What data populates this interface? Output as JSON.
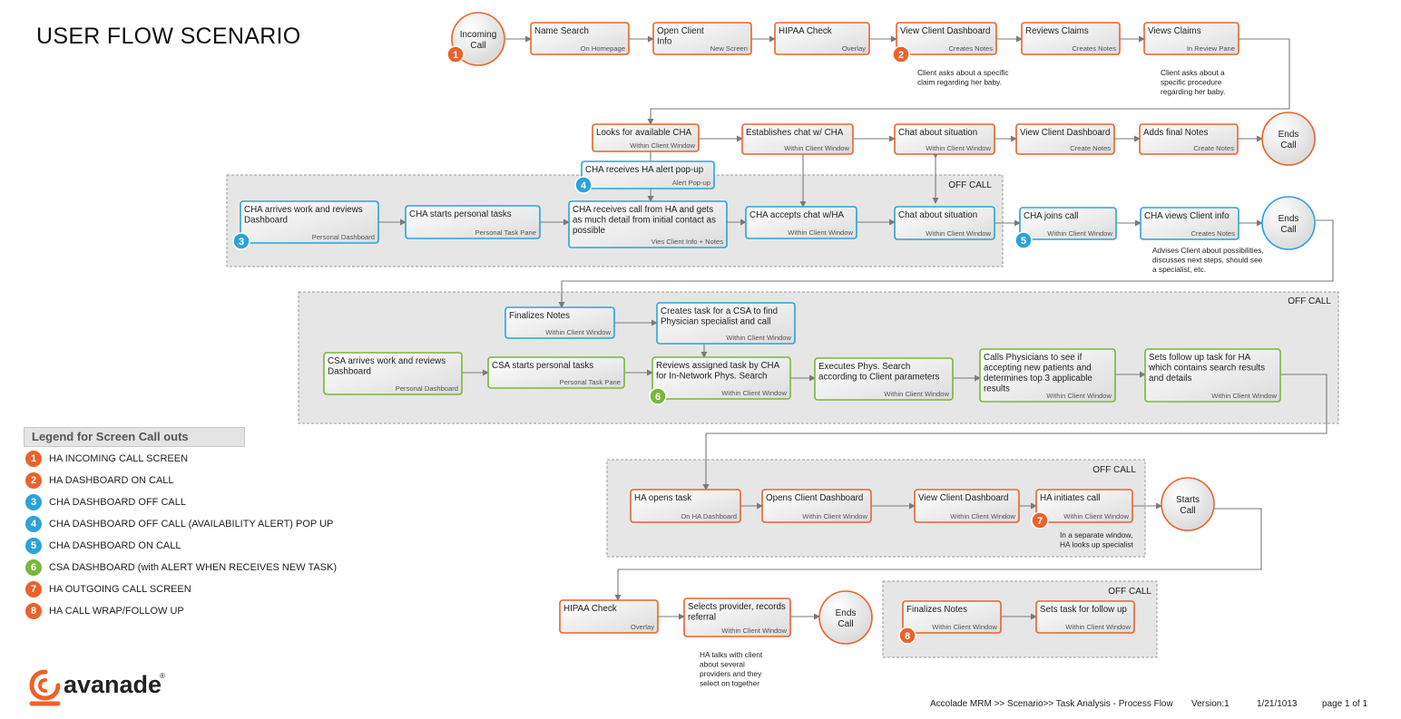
{
  "title": "USER FLOW SCENARIO",
  "colors": {
    "orange": "#e9632b",
    "blue": "#2ba3d9",
    "green": "#79b73a",
    "arrow": "#7a7a7a"
  },
  "off_call_label": "OFF CALL",
  "nodes": [
    {
      "id": "incoming-call",
      "shape": "circle",
      "color": "orange",
      "lines": [
        "Incoming",
        "Call"
      ]
    },
    {
      "id": "name-search",
      "color": "orange",
      "lines": [
        "Name Search"
      ],
      "sub": "On Homepage"
    },
    {
      "id": "open-client-info",
      "color": "orange",
      "lines": [
        "Open Client",
        "Info"
      ],
      "sub": "New Screen"
    },
    {
      "id": "hipaa-check-1",
      "color": "orange",
      "lines": [
        "HIPAA Check"
      ],
      "sub": "Overlay"
    },
    {
      "id": "view-client-dashboard-1",
      "color": "orange",
      "lines": [
        "View Client Dashboard"
      ],
      "sub": "Creates Notes"
    },
    {
      "id": "reviews-claims",
      "color": "orange",
      "lines": [
        "Reviews Claims"
      ],
      "sub": "Creates Notes"
    },
    {
      "id": "views-claims",
      "color": "orange",
      "lines": [
        "Views Claims"
      ],
      "sub": "In Review Pane"
    },
    {
      "id": "looks-for-cha",
      "color": "orange",
      "lines": [
        "Looks for available CHA"
      ],
      "sub": "Within Client Window"
    },
    {
      "id": "establishes-chat",
      "color": "orange",
      "lines": [
        "Establishes chat w/ CHA"
      ],
      "sub": "Within Client Window"
    },
    {
      "id": "chat-situation-1",
      "color": "orange",
      "lines": [
        "Chat about situation"
      ],
      "sub": "Within Client Window"
    },
    {
      "id": "view-client-dashboard-2",
      "color": "orange",
      "lines": [
        "View Client Dashboard"
      ],
      "sub": "Create Notes"
    },
    {
      "id": "adds-final-notes",
      "color": "orange",
      "lines": [
        "Adds final Notes"
      ],
      "sub": "Create Notes"
    },
    {
      "id": "ends-call-1",
      "shape": "circle",
      "color": "orange",
      "lines": [
        "Ends",
        "Call"
      ]
    },
    {
      "id": "cha-alert-popup",
      "color": "blue",
      "lines": [
        "CHA receives HA alert pop-up"
      ],
      "sub": "Alert Pop-up"
    },
    {
      "id": "cha-arrives",
      "color": "blue",
      "lines": [
        "CHA arrives work and reviews",
        "Dashboard"
      ],
      "sub": "Personal Dashboard"
    },
    {
      "id": "cha-personal-tasks",
      "color": "blue",
      "lines": [
        "CHA starts personal tasks"
      ],
      "sub": "Personal Task Pane"
    },
    {
      "id": "cha-receives-call",
      "color": "blue",
      "lines": [
        "CHA receives call from HA and gets",
        "as much detail from initial contact as",
        "possible"
      ],
      "sub": "Vies Client Info + Notes"
    },
    {
      "id": "cha-accepts-chat",
      "color": "blue",
      "lines": [
        "CHA accepts chat w/HA"
      ],
      "sub": "Within Client Window"
    },
    {
      "id": "chat-situation-2",
      "color": "blue",
      "lines": [
        "Chat about situation"
      ],
      "sub": "Within Client Window"
    },
    {
      "id": "cha-joins-call",
      "color": "blue",
      "lines": [
        "CHA joins call"
      ],
      "sub": "Within Client Window"
    },
    {
      "id": "cha-views-client",
      "color": "blue",
      "lines": [
        "CHA views Client info"
      ],
      "sub": "Creates Notes"
    },
    {
      "id": "ends-call-2",
      "shape": "circle",
      "color": "blue",
      "lines": [
        "Ends",
        "Call"
      ]
    },
    {
      "id": "finalizes-notes-1",
      "color": "blue",
      "lines": [
        "Finalizes Notes"
      ],
      "sub": "Within Client Window"
    },
    {
      "id": "creates-task-csa",
      "color": "blue",
      "lines": [
        "Creates task for a CSA to find",
        "Physician specialist and call"
      ],
      "sub": "Within Client Window"
    },
    {
      "id": "csa-arrives",
      "color": "green",
      "lines": [
        "CSA arrives work and reviews",
        "Dashboard"
      ],
      "sub": "Personal Dashboard"
    },
    {
      "id": "csa-personal-tasks",
      "color": "green",
      "lines": [
        "CSA starts personal tasks"
      ],
      "sub": "Personal Task Pane"
    },
    {
      "id": "reviews-assigned-task",
      "color": "green",
      "lines": [
        "Reviews assigned task by CHA",
        "for In-Network Phys. Search"
      ],
      "sub": "Within Client Window"
    },
    {
      "id": "executes-phys-search",
      "color": "green",
      "lines": [
        "Executes Phys. Search",
        "according to Client parameters"
      ],
      "sub": "Within Client Window"
    },
    {
      "id": "calls-physicians",
      "color": "green",
      "lines": [
        "Calls Physicians to see if",
        "accepting new patients and",
        "determines top 3 applicable",
        "results"
      ],
      "sub": "Within Client Window"
    },
    {
      "id": "sets-follow-up-ha",
      "color": "green",
      "lines": [
        "Sets follow up task for HA",
        "which contains search results",
        "and details"
      ],
      "sub": "Within Client Window"
    },
    {
      "id": "ha-opens-task",
      "color": "orange",
      "lines": [
        "HA opens task"
      ],
      "sub": "On HA Dashboard"
    },
    {
      "id": "opens-client-dashboard",
      "color": "orange",
      "lines": [
        "Opens Client Dashboard"
      ],
      "sub": "Within Client Window"
    },
    {
      "id": "view-client-dashboard-3",
      "color": "orange",
      "lines": [
        "View Client Dashboard"
      ],
      "sub": "Within Client Window"
    },
    {
      "id": "ha-initiates-call",
      "color": "orange",
      "lines": [
        "HA initiates call"
      ],
      "sub": "Within Client Window"
    },
    {
      "id": "starts-call",
      "shape": "circle",
      "color": "orange",
      "lines": [
        "Starts",
        "Call"
      ]
    },
    {
      "id": "hipaa-check-2",
      "color": "orange",
      "lines": [
        "HIPAA Check"
      ],
      "sub": "Overlay"
    },
    {
      "id": "selects-provider",
      "color": "orange",
      "lines": [
        "Selects provider, records",
        "referral"
      ],
      "sub": "Within Client Window"
    },
    {
      "id": "ends-call-3",
      "shape": "circle",
      "color": "orange",
      "lines": [
        "Ends",
        "Call"
      ]
    },
    {
      "id": "finalizes-notes-2",
      "color": "orange",
      "lines": [
        "Finalizes Notes"
      ],
      "sub": "Within Client Window"
    },
    {
      "id": "sets-task-follow-up",
      "color": "orange",
      "lines": [
        "Sets task for follow up"
      ],
      "sub": "Within Client Window"
    }
  ],
  "badges": [
    {
      "n": "1",
      "color": "orange"
    },
    {
      "n": "2",
      "color": "orange"
    },
    {
      "n": "3",
      "color": "blue"
    },
    {
      "n": "4",
      "color": "blue"
    },
    {
      "n": "5",
      "color": "blue"
    },
    {
      "n": "6",
      "color": "green"
    },
    {
      "n": "7",
      "color": "orange"
    },
    {
      "n": "8",
      "color": "orange"
    }
  ],
  "notes": [
    {
      "id": "note-claim-baby",
      "lines": [
        "Client asks about a specific",
        "claim regarding her baby."
      ]
    },
    {
      "id": "note-procedure-baby",
      "lines": [
        "Client asks about a",
        "specific procedure",
        "regarding her baby."
      ]
    },
    {
      "id": "note-advises",
      "lines": [
        "Advises Client about possibilities,",
        "discusses next steps, should see",
        "a specialist, etc."
      ]
    },
    {
      "id": "note-separate-window",
      "lines": [
        "In a separate window,",
        "HA looks up specialist"
      ]
    },
    {
      "id": "note-several-providers",
      "lines": [
        "HA talks with client",
        "about several",
        "providers and they",
        "select on together"
      ]
    }
  ],
  "legend": {
    "title": "Legend for Screen Call outs",
    "items": [
      {
        "n": "1",
        "label": "HA INCOMING CALL SCREEN",
        "color": "#e9632b"
      },
      {
        "n": "2",
        "label": "HA DASHBOARD ON CALL",
        "color": "#e9632b"
      },
      {
        "n": "3",
        "label": "CHA DASHBOARD OFF CALL",
        "color": "#2ba3d9"
      },
      {
        "n": "4",
        "label": "CHA DASHBOARD OFF CALL (AVAILABILITY ALERT) POP UP",
        "color": "#2ba3d9"
      },
      {
        "n": "5",
        "label": "CHA DASHBOARD ON CALL",
        "color": "#2ba3d9"
      },
      {
        "n": "6",
        "label": "CSA DASHBOARD (with ALERT WHEN RECEIVES NEW TASK)",
        "color": "#79b73a"
      },
      {
        "n": "7",
        "label": "HA OUTGOING CALL SCREEN",
        "color": "#e9632b"
      },
      {
        "n": "8",
        "label": "HA CALL WRAP/FOLLOW UP",
        "color": "#e9632b"
      }
    ]
  },
  "logo": {
    "text": "avanade",
    "mark": "®"
  },
  "footer": {
    "doc": "Accolade MRM >> Scenario>> Task Analysis - Process Flow",
    "version": "Version:1",
    "date": "1/21/1013",
    "page": "page 1 of 1"
  }
}
